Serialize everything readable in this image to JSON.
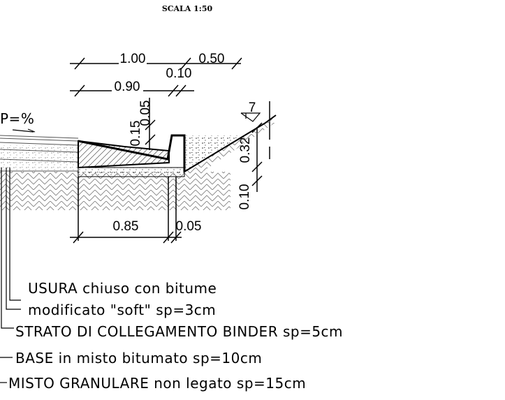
{
  "header": {
    "scale_label": "SCALA 1:50"
  },
  "section": {
    "slope_label": "P=%",
    "triangle_label": "7"
  },
  "dimensions": {
    "top_100": "1.00",
    "top_050": "0.50",
    "top_010": "0.10",
    "top_090": "0.90",
    "vert_005": "0.05",
    "vert_015": "0.15",
    "vert_032": "0.32",
    "vert_010": "0.10",
    "bottom_085": "0.85",
    "bottom_005": "0.05"
  },
  "legend": {
    "usura_line1": "USURA chiuso con bitume",
    "usura_line2": "modificato \"soft\" sp=3cm",
    "binder": "STRATO DI COLLEGAMENTO BINDER sp=5cm",
    "base": "BASE in misto bitumato sp=10cm",
    "misto": "MISTO GRANULARE non legato sp=15cm"
  }
}
